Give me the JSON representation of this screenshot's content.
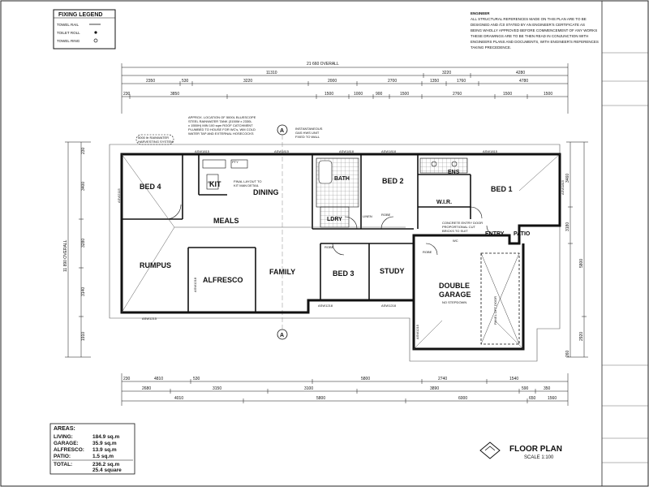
{
  "legend": {
    "title": "FIXING LEGEND",
    "items": [
      "TOWEL RAIL",
      "TOILET ROLL",
      "TOWEL RING"
    ]
  },
  "engineer_note": [
    "ENGINEER",
    "ALL STRUCTURAL REFERENCES MADE ON THIS PLAN ARE TO BE",
    "DESIGNED AND /C0 STATED BY AN ENGINEER'S CERTIFICATE AS",
    "BEING WHOLLY APPROVED BEFORE COMMENCEMENT OF ANY WORKS",
    "THESE DRAWINGS ARE TO BE THEN READ IN CONJUNCTION WITH",
    "ENGINEERS PLANS AND DOCUMENTS, WITH ENGINEER'S REFERENCES",
    "TAKING PRECEDENCE."
  ],
  "overall_dimension": "21 660 OVERALL",
  "top_dims_row1": [
    "11310",
    "3220",
    "4280"
  ],
  "top_dims_row2": [
    "2350",
    "530",
    "3220",
    "2000",
    "2700",
    "1350",
    "1760",
    "4780"
  ],
  "top_dims_row3": [
    "230",
    "3850",
    "1500",
    "1000",
    "900",
    "1500",
    "2760",
    "1500",
    "1500"
  ],
  "bottom_dims_row1": [
    "230",
    "4810",
    "530",
    "5800",
    "2740",
    "1540"
  ],
  "bottom_dims_row2": [
    "2680",
    "3150",
    "3100",
    "3890",
    "590",
    "350"
  ],
  "bottom_dims_row3": [
    "4010",
    "5800",
    "6000",
    "650",
    "1560"
  ],
  "left_dims": [
    "230",
    "3400",
    "3280",
    "3140",
    "1910",
    "11 890 OVERALL"
  ],
  "right_dims": [
    "3460",
    "3180",
    "5800",
    "2920",
    "260"
  ],
  "tank_note": [
    "APPROX. LOCATION OF 5000L BLUESCOPE",
    "STEEL RAINWATER TANK (3150M x 2330L",
    "x 1550H) MIN 100 sqm ROOF CATCHMENT",
    "PLUMBED TO HOUSE FOR WC's, WM COLD",
    "WATER TAP AND EXTERNAL HOSECOCKS"
  ],
  "tank_label": [
    "5000 ltr RAINWATER",
    "HARVESTING SYSTEM"
  ],
  "hws_note": [
    "INSTANTANEOUS",
    "GAS HWS UNIT",
    "FIXED TO WALL"
  ],
  "kit_note": [
    "FINAL LAYOUT TO",
    "KIT MAN DETAIL"
  ],
  "entry_note": [
    "CONCRETE ENTRY DOOR",
    "PROPORTIONAL CUT",
    "BRICKS TO SUIT"
  ],
  "garage_note": "NO STEPDOWN",
  "roller_door_note": "PANEL LIFT DOOR",
  "window_codes": [
    "ASW1815",
    "ASW1815",
    "ASW1818",
    "ASW1818",
    "ASW1815",
    "ASW1215",
    "ASW1218",
    "ASW1218",
    "ASW2115",
    "ASW1815",
    "ASW1218",
    "ASW1215"
  ],
  "section_marker": "A",
  "rooms": {
    "bed4": "BED 4",
    "kit": "KIT",
    "dining": "DINING",
    "meals": "MEALS",
    "rumpus": "RUMPUS",
    "alfresco": "ALFRESCO",
    "family": "FAMILY",
    "bed3": "BED 3",
    "study": "STUDY",
    "bed2": "BED 2",
    "bed1": "BED 1",
    "wir": "W.I.R.",
    "ens": "ENS",
    "bath": "BATH",
    "ldry": "LDRY",
    "linen": "LINEN",
    "entry": "ENTRY",
    "patio": "PATIO",
    "wc": "WC",
    "double_garage": [
      "DOUBLE",
      "GARAGE"
    ],
    "pty": "PTY",
    "ref": "REF",
    "robe1": "ROBE",
    "robe2": "ROBE",
    "robe3": "ROBE"
  },
  "areas": {
    "title": "AREAS:",
    "rows": [
      {
        "label": "LIVING:",
        "value": "184.9 sq.m"
      },
      {
        "label": "GARAGE:",
        "value": "35.9 sq.m"
      },
      {
        "label": "ALFRESCO:",
        "value": "13.9 sq.m"
      },
      {
        "label": "PATIO:",
        "value": "1.5 sq.m"
      }
    ],
    "total_label": "TOTAL:",
    "total_value": "236.2 sq.m",
    "squares": "25.4 square"
  },
  "title_block": {
    "title": "FLOOR PLAN",
    "scale": "SCALE 1:100"
  }
}
